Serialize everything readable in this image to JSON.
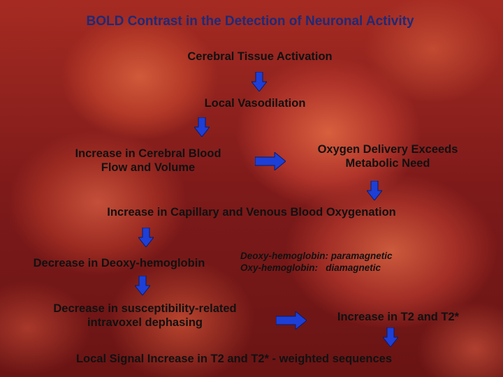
{
  "title": "BOLD Contrast in the Detection of Neuronal Activity",
  "nodes": {
    "activation": "Cerebral Tissue Activation",
    "vasodilation": "Local Vasodilation",
    "blood_flow_line1": "Increase in Cerebral Blood",
    "blood_flow_line2": "Flow and Volume",
    "oxygen_delivery_line1": "Oxygen Delivery Exceeds",
    "oxygen_delivery_line2": "Metabolic Need",
    "oxygenation": "Increase in Capillary and Venous Blood Oxygenation",
    "deoxy_decrease": "Decrease in Deoxy-hemoglobin",
    "susceptibility_line1": "Decrease in susceptibility-related",
    "susceptibility_line2": "intravoxel dephasing",
    "t2_increase": "Increase in T2 and T2*",
    "signal_increase": "Local Signal Increase in T2 and T2* - weighted sequences"
  },
  "notes": {
    "deoxy": "Deoxy-hemoglobin: paramagnetic",
    "oxy": "Oxy-hemoglobin:   diamagnetic"
  },
  "colors": {
    "title": "#1e2a78",
    "arrow_fill": "#1d3fd6",
    "arrow_stroke": "#0a1a66"
  }
}
